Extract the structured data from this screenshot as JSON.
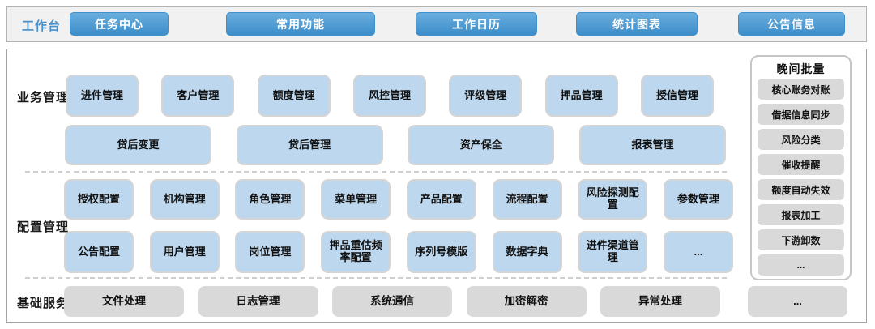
{
  "workbench": {
    "label": "工作台",
    "buttons": [
      "任务中心",
      "常用功能",
      "工作日历",
      "统计图表",
      "公告信息"
    ]
  },
  "business": {
    "label": "业务管理",
    "row1": [
      "进件管理",
      "客户管理",
      "额度管理",
      "风控管理",
      "评级管理",
      "押品管理",
      "授信管理"
    ],
    "row2": [
      "贷后变更",
      "贷后管理",
      "资产保全",
      "报表管理"
    ]
  },
  "config": {
    "label": "配置管理",
    "row1": [
      "授权配置",
      "机构管理",
      "角色管理",
      "菜单管理",
      "产品配置",
      "流程配置",
      "风险探测配置",
      "参数管理"
    ],
    "row2": [
      "公告配置",
      "用户管理",
      "岗位管理",
      "押品重估频率配置",
      "序列号模版",
      "数据字典",
      "进件渠道管理",
      "..."
    ]
  },
  "base": {
    "label": "基础服务",
    "items": [
      "文件处理",
      "日志管理",
      "系统通信",
      "加密解密",
      "异常处理",
      "..."
    ]
  },
  "batch": {
    "title": "晚间批量",
    "items": [
      "核心账务对账",
      "借据信息同步",
      "风险分类",
      "催收提醒",
      "额度自动失效",
      "报表加工",
      "下游卸数",
      "..."
    ]
  },
  "colors": {
    "accent_blue": "#4a90c8",
    "button_blue_top": "#6aaede",
    "button_blue_bottom": "#3c8dc9",
    "tile_blue": "#bdd7ee",
    "tile_gray": "#d9d9d9",
    "tile_border": "#d5d5d5"
  }
}
